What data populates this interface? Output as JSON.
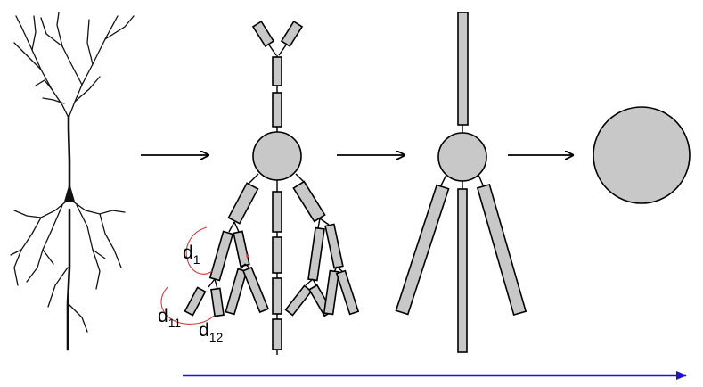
{
  "labels": {
    "d1": "d",
    "d1_sub": "1",
    "d11": "d",
    "d11_sub": "11",
    "d12": "d",
    "d12_sub": "12"
  },
  "colors": {
    "segment_fill": "#c8c8c8",
    "outline": "#000000",
    "progress_arrow": "#1f12c8",
    "annotation": "#d53b3b"
  }
}
